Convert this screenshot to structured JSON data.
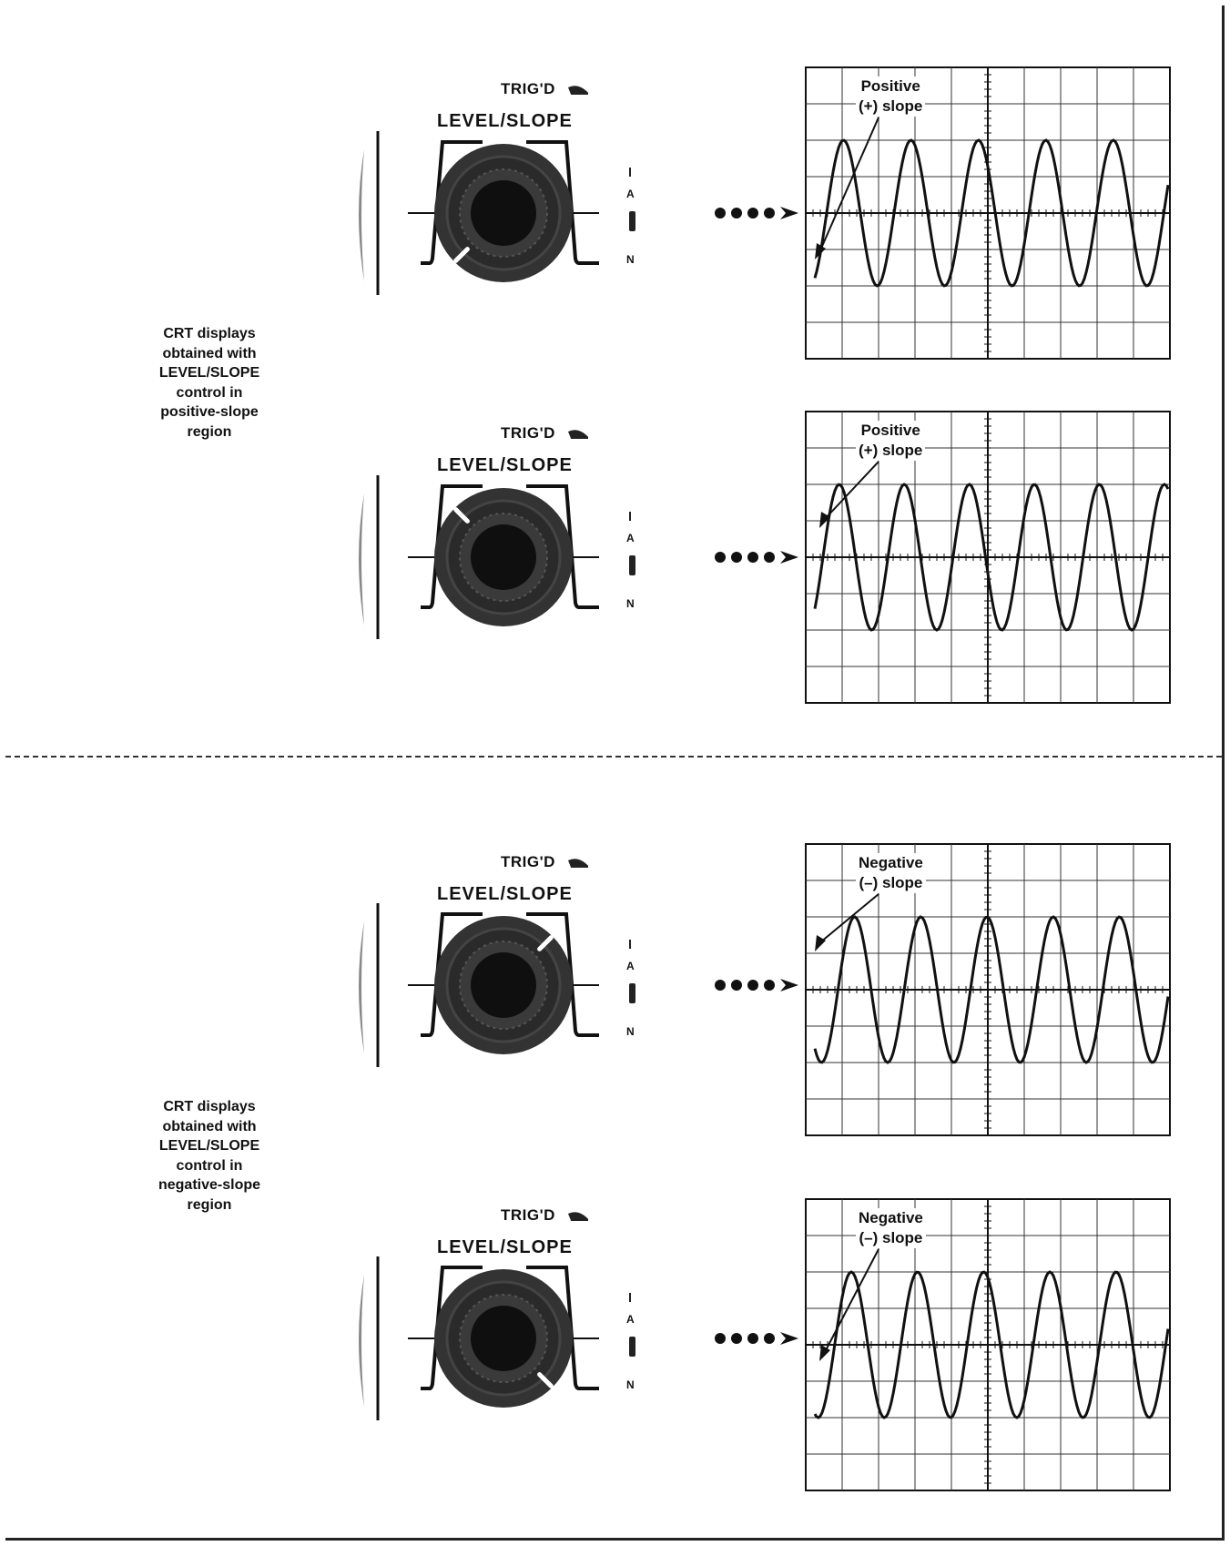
{
  "side_labels": {
    "positive": [
      "CRT displays",
      "obtained with",
      "LEVEL/SLOPE",
      "control in",
      "positive-slope",
      "region"
    ],
    "negative": [
      "CRT displays",
      "obtained with",
      "LEVEL/SLOPE",
      "control in",
      "negative-slope",
      "region"
    ]
  },
  "panels": [
    {
      "trig": "TRIG'D",
      "level": "LEVEL/SLOPE",
      "auto": "A",
      "norm": "N",
      "callout": [
        "Positive",
        "(+) slope"
      ]
    },
    {
      "trig": "TRIG'D",
      "level": "LEVEL/SLOPE",
      "auto": "A",
      "norm": "N",
      "callout": [
        "Positive",
        "(+) slope"
      ]
    },
    {
      "trig": "TRIG'D",
      "level": "LEVEL/SLOPE",
      "auto": "A",
      "norm": "N",
      "callout": [
        "Negative",
        "(–) slope"
      ]
    },
    {
      "trig": "TRIG'D",
      "level": "LEVEL/SLOPE",
      "auto": "A",
      "norm": "N",
      "callout": [
        "Negative",
        "(–) slope"
      ]
    }
  ]
}
